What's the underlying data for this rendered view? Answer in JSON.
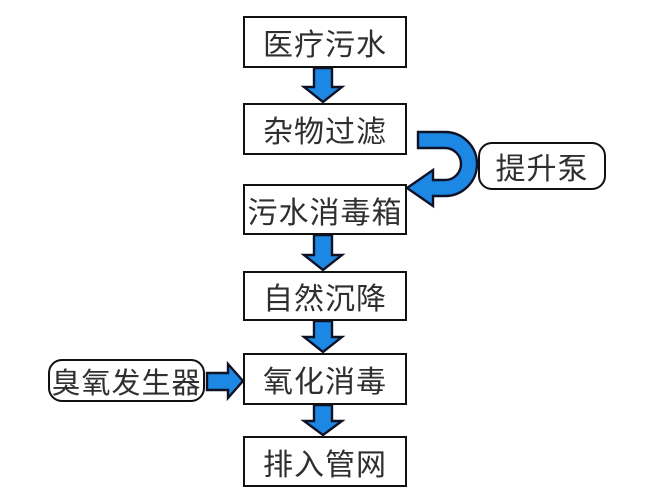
{
  "colors": {
    "background": "#ffffff",
    "box-fill": "#ffffff",
    "box-border": "#111111",
    "text": "#2f2f2f",
    "arrow-fill": "#1d87e4",
    "arrow-stroke": "#0f1224"
  },
  "diagram": {
    "type": "flowchart",
    "nodes": {
      "medical_sewage": {
        "label": "医疗污水",
        "shape": "rectangle"
      },
      "debris_filter": {
        "label": "杂物过滤",
        "shape": "rectangle"
      },
      "sewage_disinfection_tank": {
        "label": "污水消毒箱",
        "shape": "rectangle"
      },
      "natural_settling": {
        "label": "自然沉降",
        "shape": "rectangle"
      },
      "oxidation_disinfection": {
        "label": "氧化消毒",
        "shape": "rectangle"
      },
      "discharge_to_pipe_network": {
        "label": "排入管网",
        "shape": "rectangle"
      },
      "lift_pump": {
        "label": "提升泵",
        "shape": "rounded"
      },
      "ozone_generator": {
        "label": "臭氧发生器",
        "shape": "rounded"
      }
    },
    "edges": [
      {
        "from": "medical_sewage",
        "to": "debris_filter",
        "style": "straight-down"
      },
      {
        "from": "debris_filter",
        "to": "sewage_disinfection_tank",
        "via": "lift_pump",
        "style": "u-turn"
      },
      {
        "from": "sewage_disinfection_tank",
        "to": "natural_settling",
        "style": "straight-down"
      },
      {
        "from": "natural_settling",
        "to": "oxidation_disinfection",
        "style": "straight-down"
      },
      {
        "from": "ozone_generator",
        "to": "oxidation_disinfection",
        "style": "straight-right"
      },
      {
        "from": "oxidation_disinfection",
        "to": "discharge_to_pipe_network",
        "style": "straight-down"
      }
    ]
  }
}
